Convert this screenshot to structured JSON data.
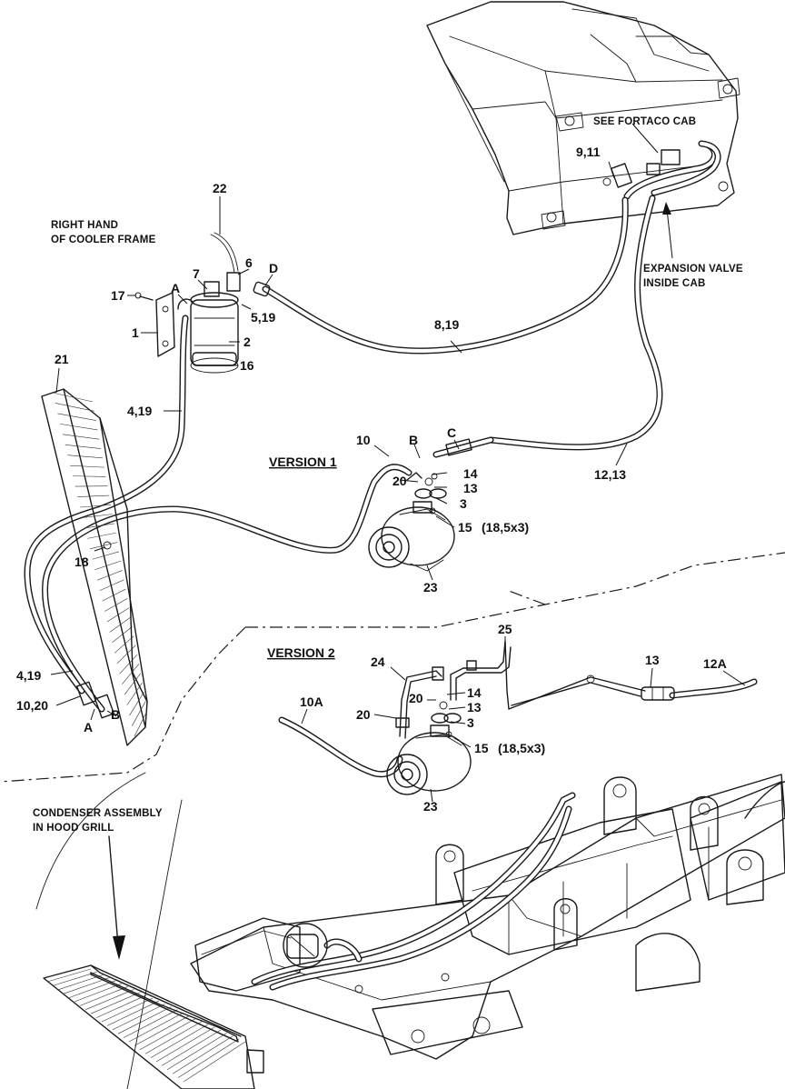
{
  "captions": {
    "right_hand_cooler_frame": [
      "RIGHT HAND",
      "OF COOLER FRAME"
    ],
    "see_fortaco_cab": "SEE FORTACO CAB",
    "expansion_valve": [
      "EXPANSION VALVE",
      "INSIDE CAB"
    ],
    "condenser_assembly": [
      "CONDENSER ASSEMBLY",
      "IN HOOD GRILL"
    ]
  },
  "versions": {
    "version1": "VERSION 1",
    "version2": "VERSION 2"
  },
  "callouts": {
    "c22": "22",
    "c6": "6",
    "cD": "D",
    "c7": "7",
    "cA_top": "A",
    "c17": "17",
    "c1": "1",
    "c5_19": "5,19",
    "c2": "2",
    "c16": "16",
    "c21": "21",
    "c4_19_top": "4,19",
    "c8_19": "8,19",
    "c9_11": "9,11",
    "c12_13": "12,13",
    "c10": "10",
    "cB_v1": "B",
    "cC": "C",
    "c20_v1": "20",
    "c14_v1": "14",
    "c13_v1": "13",
    "c3_v1": "3",
    "c15_v1": "15",
    "c15_v1_size": "(18,5x3)",
    "c23_v1": "23",
    "c18": "18",
    "c4_19_bot": "4,19",
    "c10_20": "10,20",
    "cB_bot": "B",
    "cA_bot": "A",
    "c25": "25",
    "c24": "24",
    "c13_v2_top": "13",
    "c12A": "12A",
    "c10A": "10A",
    "c20_v2a": "20",
    "c20_v2b": "20",
    "c14_v2": "14",
    "c13_v2": "13",
    "c3_v2": "3",
    "c15_v2": "15",
    "c15_v2_size": "(18,5x3)",
    "c23_v2": "23"
  }
}
